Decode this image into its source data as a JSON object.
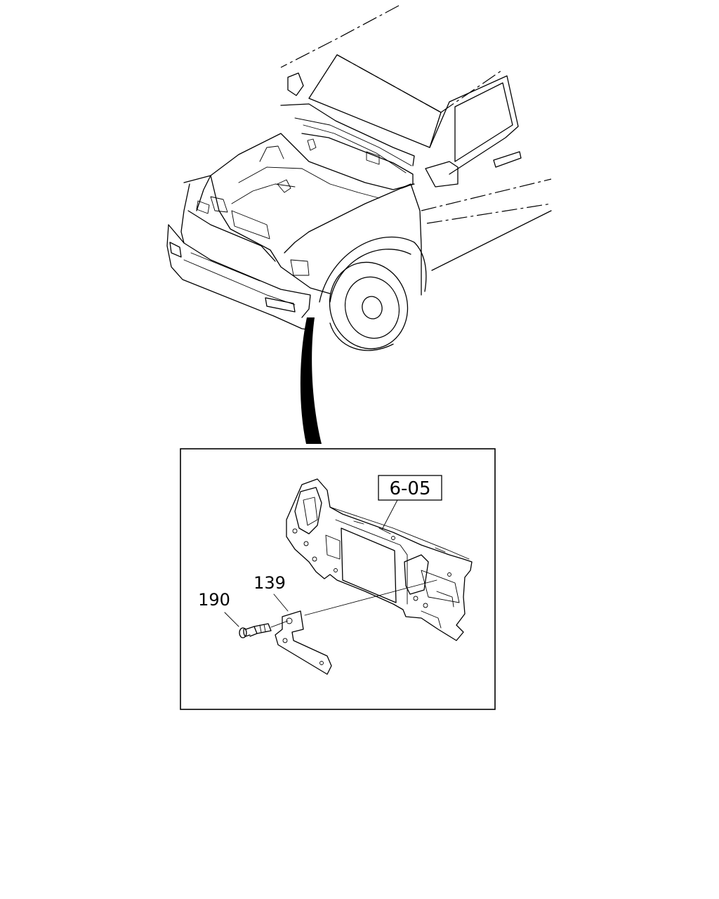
{
  "diagram": {
    "reference_label": "6-05",
    "callouts": [
      {
        "number": "139"
      },
      {
        "number": "190"
      }
    ]
  }
}
